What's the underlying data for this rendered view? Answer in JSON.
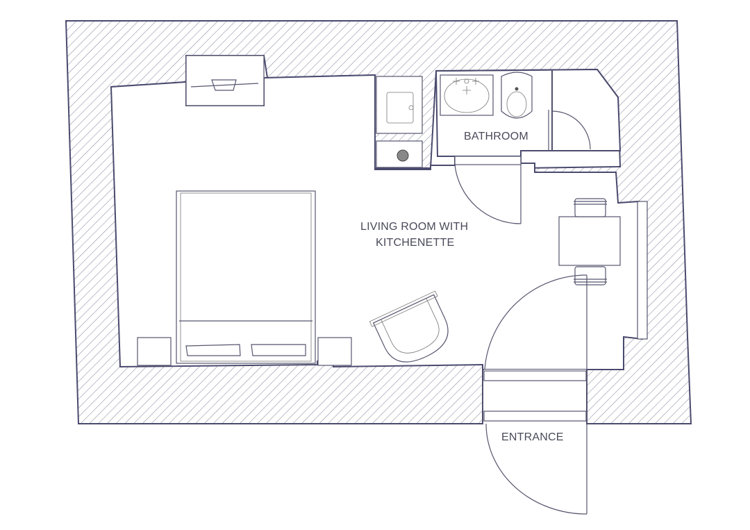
{
  "rooms": {
    "bathroom": "BATHROOM",
    "living_line1": "LIVING ROOM WITH",
    "living_line2": "KITCHENETTE",
    "entrance": "ENTRANCE"
  },
  "colors": {
    "wall_stroke": "#4a4a6e",
    "hatch": "#8a8aa0",
    "line": "#55556f",
    "label": "#4a4a5a"
  }
}
